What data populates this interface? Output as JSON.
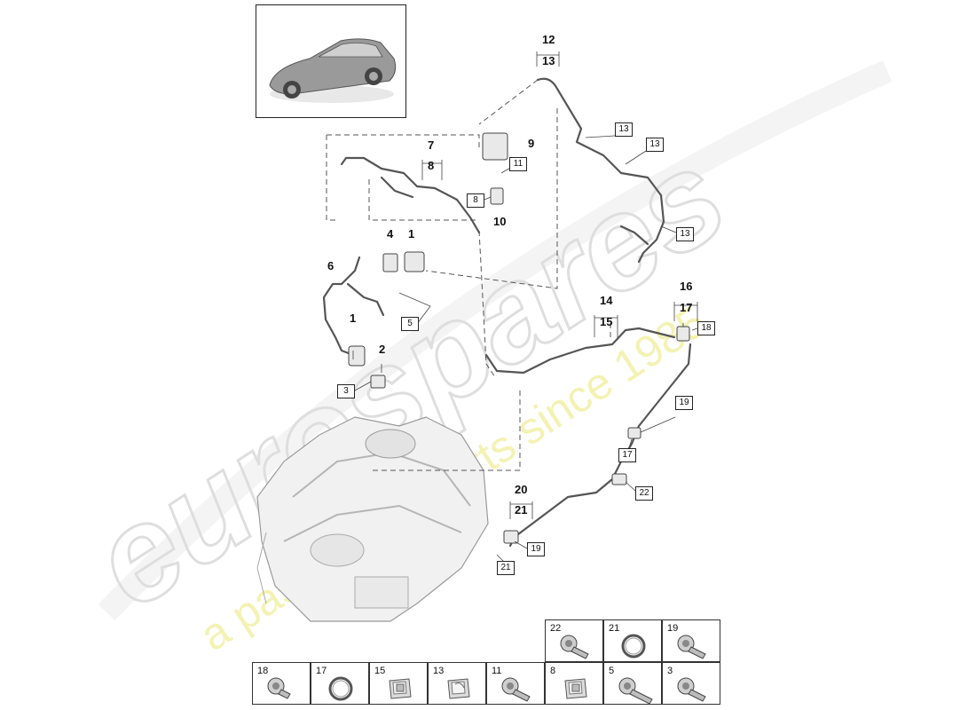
{
  "watermark": {
    "brand": "eurospares",
    "tagline": "a passion for parts since 1985",
    "brand_color": "#e6e6e6",
    "tagline_color": "#f2f0a8"
  },
  "callouts": {
    "c12": "12",
    "c13top": "13",
    "c9": "9",
    "c7": "7",
    "c8": "8",
    "c10": "10",
    "c4": "4",
    "c1a": "1",
    "c6": "6",
    "c1b": "1",
    "c2": "2",
    "c14": "14",
    "c15": "15",
    "c16": "16",
    "c17": "17",
    "c20": "20",
    "c21": "21"
  },
  "boxes": {
    "b13a": "13",
    "b13b": "13",
    "b13c": "13",
    "b11": "11",
    "b8": "8",
    "b5": "5",
    "b3": "3",
    "b18": "18",
    "b19a": "19",
    "b17": "17",
    "b22": "22",
    "b19b": "19",
    "b21": "21"
  },
  "legend": {
    "top_row": [
      "22",
      "21",
      "19"
    ],
    "bottom_row": [
      "18",
      "17",
      "15",
      "13",
      "11",
      "8",
      "5",
      "3"
    ]
  },
  "icons": [
    "vehicle-thumbnail-icon",
    "engine-icon",
    "bolt-icon",
    "seal-ring-icon",
    "clip-icon"
  ]
}
